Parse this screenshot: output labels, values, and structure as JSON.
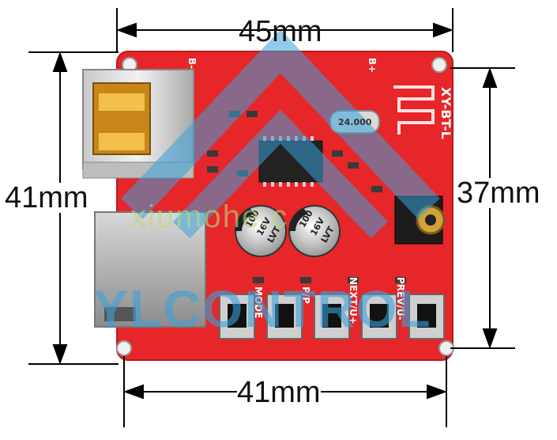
{
  "dimensions": {
    "top_width": "45mm",
    "left_height": "41mm",
    "right_height": "37mm",
    "bottom_width": "41mm"
  },
  "board": {
    "model": "XY-BT-L",
    "silkscreen": {
      "b_minus": "B-",
      "b_plus": "B+",
      "button_1": "MODE",
      "button_2": "P/P",
      "button_3": "NEXT/U+",
      "button_4": "PREV/U-"
    },
    "capacitor_1": {
      "value": "100",
      "voltage": "16V",
      "brand": "LVT"
    },
    "capacitor_2": {
      "value": "100",
      "voltage": "16V",
      "brand": "LVT"
    },
    "crystal": "24.000",
    "board_color": "#e8252b"
  },
  "watermark": {
    "brand": "YLCONTROL",
    "url": "xiumohe.c",
    "color": "#3aa0d8"
  }
}
